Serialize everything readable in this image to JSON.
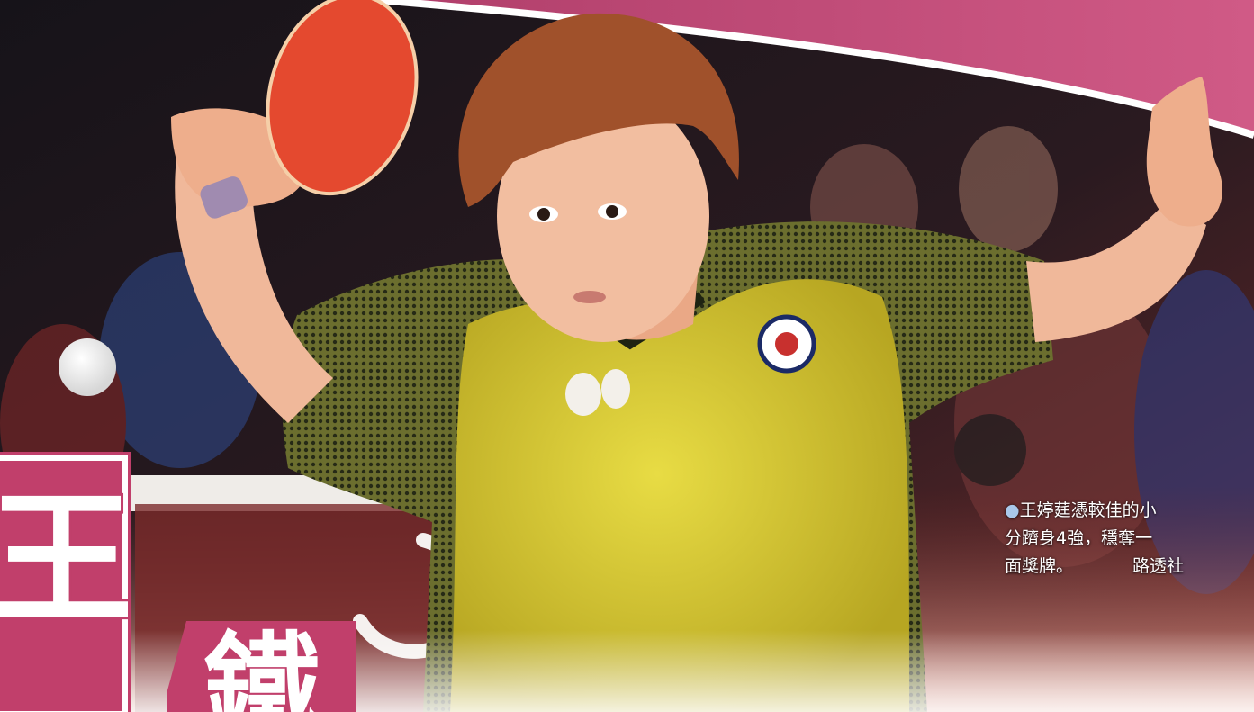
{
  "photo": {
    "description_icon": "table-tennis-player-photo",
    "colors": {
      "banner": "#c13f6b",
      "shirt": "#d8c82a",
      "mesh": "#3c4426",
      "paddle": "#e4492f",
      "hair": "#a0512b",
      "skin": "#f0b89a"
    }
  },
  "caption": {
    "bullet": "●",
    "line1": "王婷莛憑較佳的小",
    "line2": "分躋身4強，穩奪一",
    "line3": "面獎牌。",
    "credit": "路透社"
  },
  "headline": {
    "char1": "王",
    "char2": "鐵"
  }
}
